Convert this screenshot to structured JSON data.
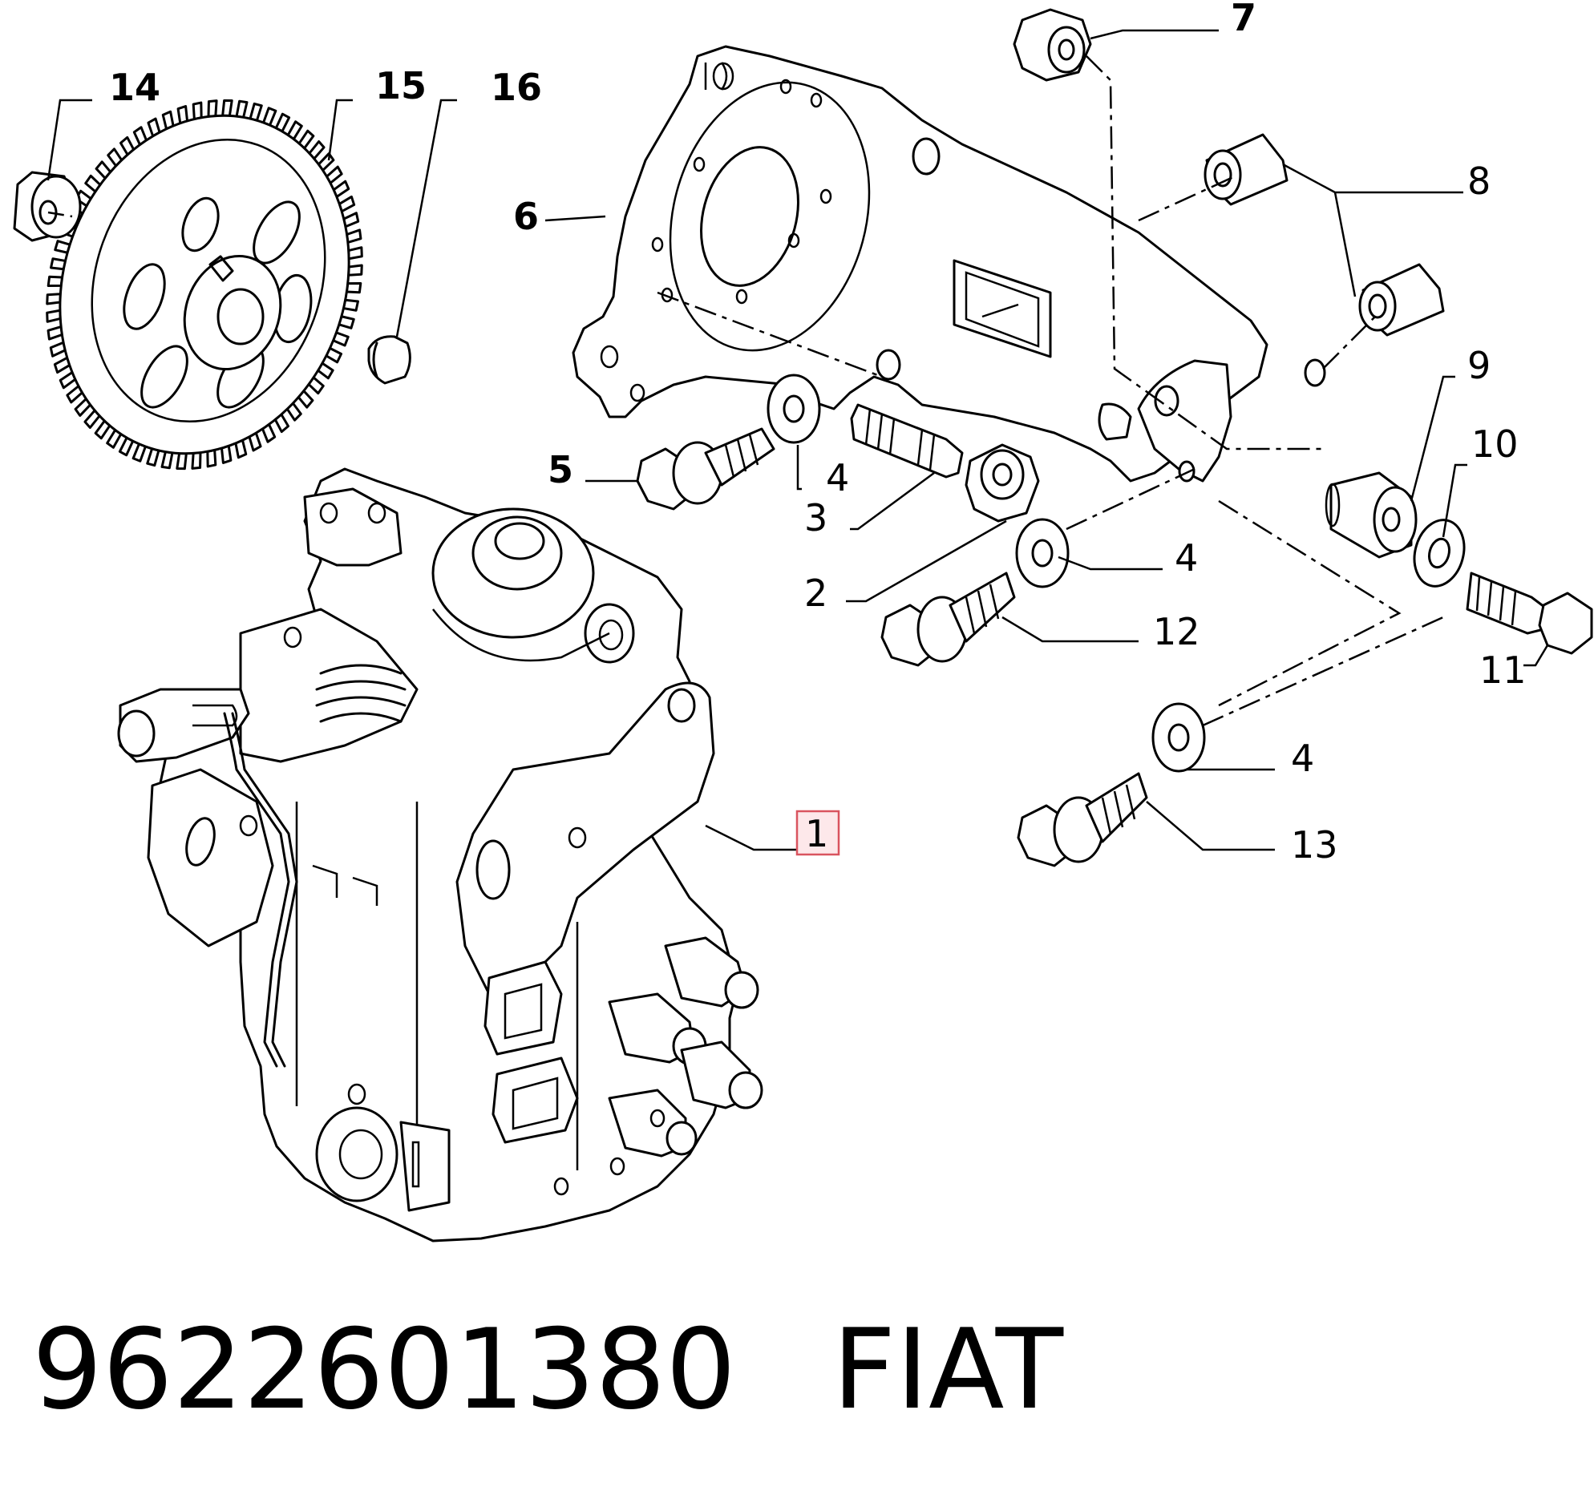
{
  "callouts": [
    {
      "id": "c1",
      "text": "1",
      "highlighted": true
    },
    {
      "id": "c2",
      "text": "2"
    },
    {
      "id": "c3",
      "text": "3"
    },
    {
      "id": "c4a",
      "text": "4"
    },
    {
      "id": "c4b",
      "text": "4"
    },
    {
      "id": "c4c",
      "text": "4"
    },
    {
      "id": "c5",
      "text": "5"
    },
    {
      "id": "c6",
      "text": "6"
    },
    {
      "id": "c7",
      "text": "7"
    },
    {
      "id": "c8",
      "text": "8"
    },
    {
      "id": "c9",
      "text": "9"
    },
    {
      "id": "c10",
      "text": "10"
    },
    {
      "id": "c11",
      "text": "11"
    },
    {
      "id": "c12",
      "text": "12"
    },
    {
      "id": "c13",
      "text": "13"
    },
    {
      "id": "c14",
      "text": "14"
    },
    {
      "id": "c15",
      "text": "15"
    },
    {
      "id": "c16",
      "text": "16"
    }
  ],
  "footer": {
    "part_number": "9622601380",
    "brand": "FIAT"
  },
  "colors": {
    "line": "#000000",
    "highlight_fill": "#fde8ea",
    "highlight_border": "#d9545f"
  }
}
